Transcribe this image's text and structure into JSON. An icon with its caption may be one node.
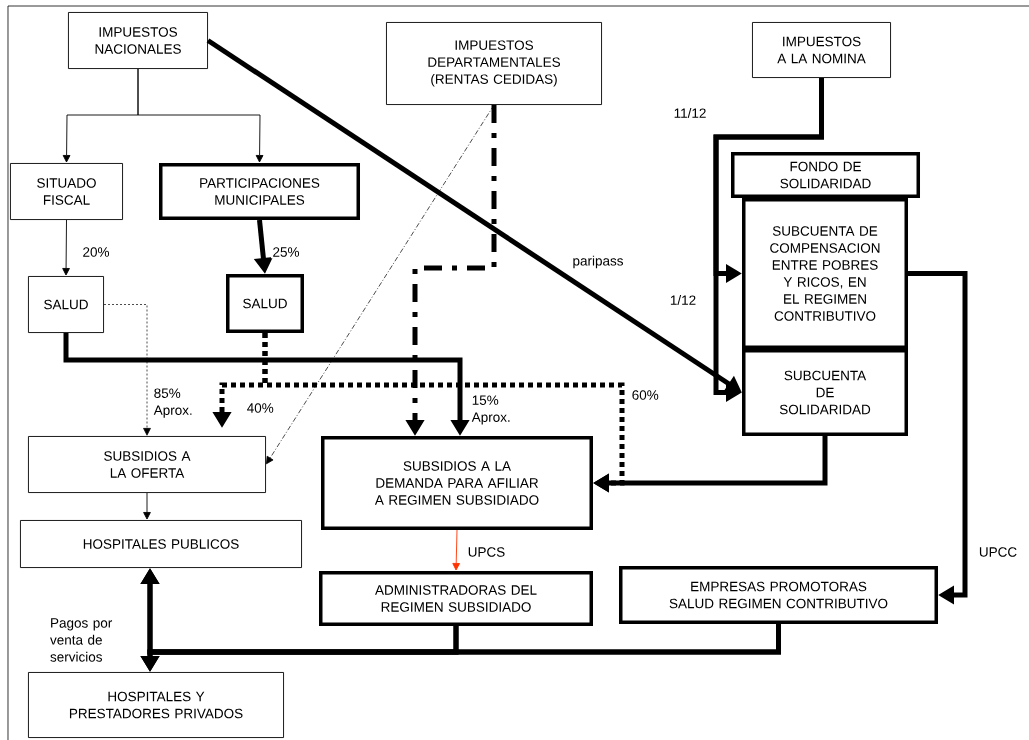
{
  "diagram": {
    "nodes": [
      {
        "text": [
          "IMPUESTOS NACIONALES"
        ]
      },
      {
        "text": [
          "IMPUESTOS DEPARTAMENTALES (RENTAS CEDIDAS)"
        ]
      },
      {
        "text": [
          "IMPUESTOS A LA NOMINA"
        ]
      },
      {
        "text": [
          "SITUADO FISCAL"
        ]
      },
      {
        "text": [
          "PARTICIPACIONES MUNICIPALES"
        ]
      },
      {
        "text": [
          "FONDO DE SOLIDARIDAD"
        ]
      },
      {
        "text": [
          "SUBCUENTA DE COMPENSACION ENTRE POBRES Y RICOS, EN EL REGIMEN CONTRIBUTIVO"
        ]
      },
      {
        "text": [
          "SUBCUENTA DE SOLIDARIDAD"
        ]
      },
      {
        "text": [
          "SALUD"
        ]
      },
      {
        "text": [
          "SALUD"
        ]
      },
      {
        "text": [
          "SUBSIDIOS A LA OFERTA"
        ]
      },
      {
        "text": [
          "SUBSIDIOS A LA DEMANDA PARA AFILIAR A REGIMEN SUBSIDIADO"
        ]
      },
      {
        "text": [
          "HOSPITALES PUBLICOS"
        ]
      },
      {
        "text": [
          "ADMINISTRADORAS DEL REGIMEN SUBSIDIADO"
        ]
      },
      {
        "text": [
          "EMPRESAS PROMOTORAS SALUD REGIMEN CONTRIBUTIVO"
        ]
      },
      {
        "text": [
          "HOSPITALES Y PRESTADORES PRIVADOS"
        ]
      }
    ],
    "edges": [
      {
        "from": 0,
        "to": 3,
        "arrow": "to"
      },
      {
        "from": 0,
        "to": 4,
        "arrow": "to"
      },
      {
        "from": 0,
        "to": 7,
        "arrow": "to",
        "label": "paripass"
      },
      {
        "from": 1,
        "to": 10,
        "arrow": "to",
        "style": "dashed"
      },
      {
        "from": 1,
        "to": 11,
        "arrow": "to",
        "style": "dashed"
      },
      {
        "from": 3,
        "to": 8,
        "arrow": "to",
        "label": "20%"
      },
      {
        "from": 4,
        "to": 9,
        "arrow": "to",
        "label": "25%"
      },
      {
        "from": 8,
        "to": 10,
        "arrow": "to",
        "style": "dashed",
        "label": "85% Aprox."
      },
      {
        "from": 8,
        "to": 11,
        "arrow": "to",
        "label": "15% Aprox."
      },
      {
        "from": 9,
        "to": 10,
        "arrow": "to",
        "style": "dashed",
        "label": "40%"
      },
      {
        "from": 9,
        "to": 11,
        "arrow": "to",
        "style": "dashed",
        "label": "60%"
      },
      {
        "from": 2,
        "to": 6,
        "arrow": "to",
        "label": "11/12"
      },
      {
        "from": 2,
        "to": 7,
        "arrow": "to",
        "label": "1/12"
      },
      {
        "from": 7,
        "to": 11,
        "arrow": "to"
      },
      {
        "from": 6,
        "to": 14,
        "arrow": "to",
        "label": "UPCC"
      },
      {
        "from": 11,
        "to": 13,
        "arrow": "to",
        "color": "#ff3300",
        "label": "UPCS"
      },
      {
        "from": 10,
        "to": 12,
        "arrow": "to"
      },
      {
        "from": 13,
        "to": 15,
        "arrow": "to"
      },
      {
        "from": 14,
        "to": 15,
        "arrow": "to"
      },
      {
        "from": 13,
        "to": 12,
        "arrow": "to",
        "label": "Pagos por venta de servicios"
      },
      {
        "from": 14,
        "to": 12,
        "arrow": "to"
      }
    ]
  }
}
